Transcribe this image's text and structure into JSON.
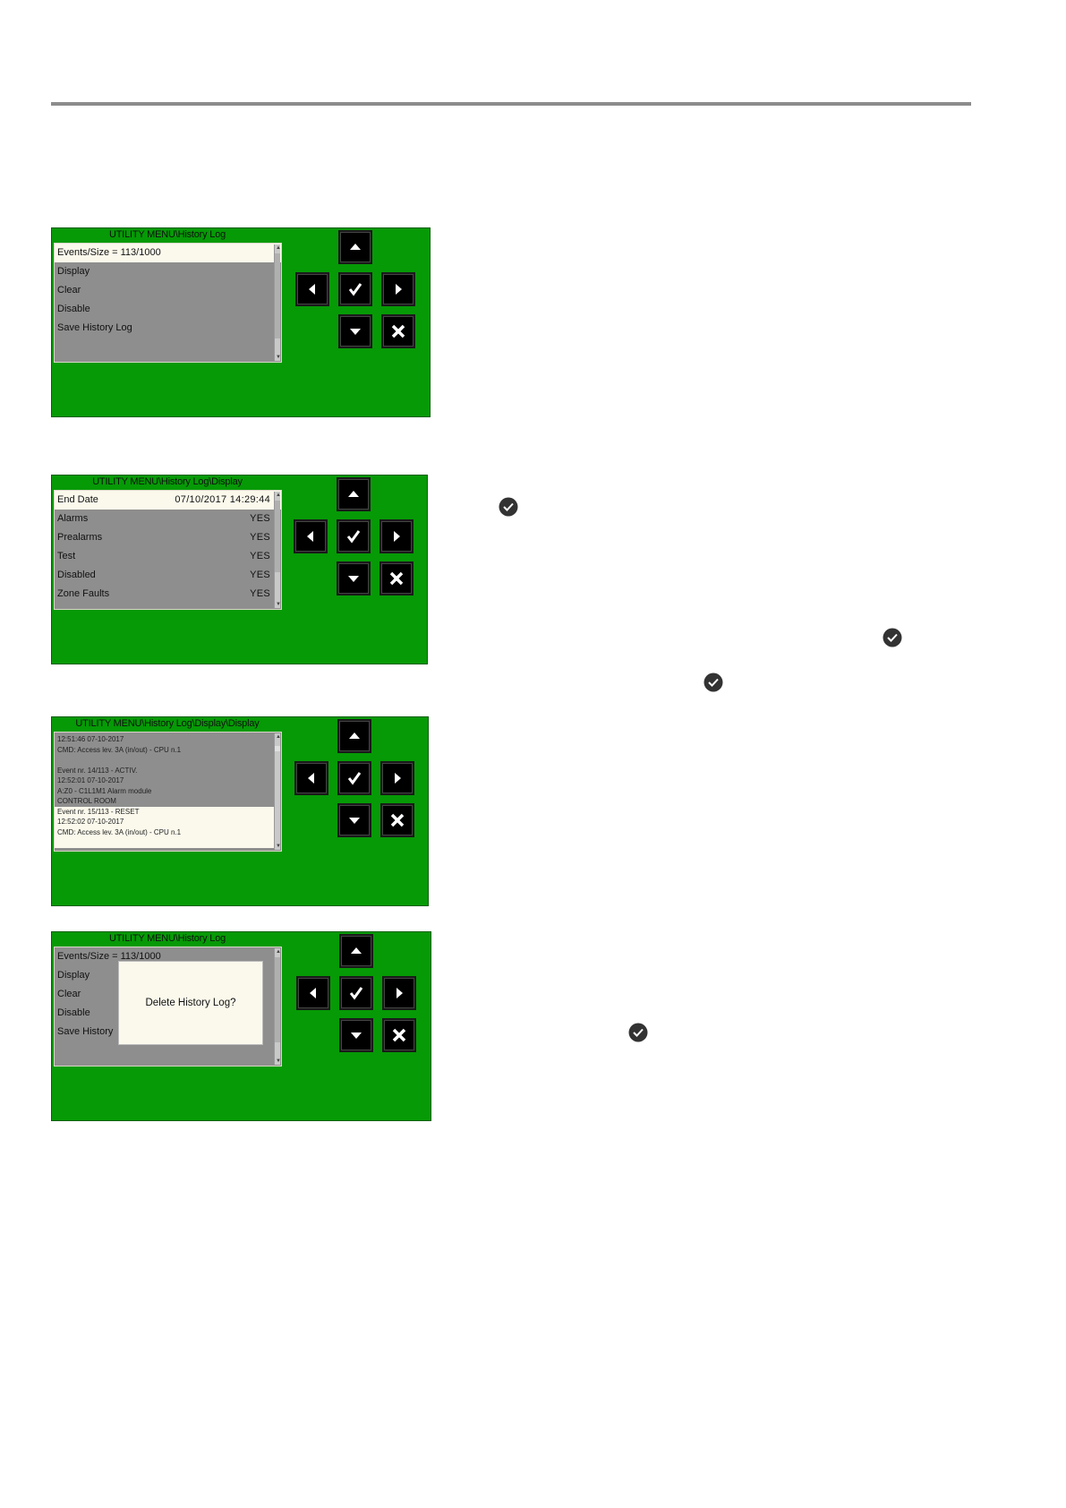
{
  "panels": [
    {
      "title": "UTILITY MENU\\History Log",
      "items": [
        {
          "label": "Events/Size = 113/1000",
          "value": "",
          "selected": true
        },
        {
          "label": "Display",
          "value": ""
        },
        {
          "label": "Clear",
          "value": ""
        },
        {
          "label": "Disable",
          "value": ""
        },
        {
          "label": "Save History Log",
          "value": ""
        }
      ]
    },
    {
      "title": "UTILITY MENU\\History Log\\Display",
      "items": [
        {
          "label": "End Date",
          "value": "07/10/2017 14:29:44",
          "selected": true
        },
        {
          "label": "Alarms",
          "value": "YES"
        },
        {
          "label": "Prealarms",
          "value": "YES"
        },
        {
          "label": "Test",
          "value": "YES"
        },
        {
          "label": "Disabled",
          "value": "YES"
        },
        {
          "label": "Zone Faults",
          "value": "YES"
        }
      ]
    },
    {
      "title": "UTILITY MENU\\History Log\\Display\\Display",
      "log_lines": [
        "12:51:46 07-10-2017",
        "CMD: Access lev. 3A (in/out) - CPU n.1",
        "",
        "Event nr. 14/113 - ACTIV.",
        "12:52:01 07-10-2017",
        "A:Z0 - C1L1M1 Alarm module",
        "CONTROL ROOM",
        "Event nr. 15/113 - RESET",
        "12:52:02 07-10-2017",
        "CMD: Access lev. 3A (in/out) - CPU n.1"
      ]
    },
    {
      "title": "UTILITY MENU\\History Log",
      "items": [
        {
          "label": "Events/Size = 113/1000",
          "value": ""
        },
        {
          "label": "Display",
          "value": ""
        },
        {
          "label": "Clear",
          "value": ""
        },
        {
          "label": "Disable",
          "value": ""
        },
        {
          "label": "Save History",
          "value": ""
        }
      ],
      "dialog_text": "Delete History Log?"
    }
  ],
  "keypad_icons": [
    "arrow-up-icon",
    "arrow-left-icon",
    "confirm-check-icon",
    "arrow-right-icon",
    "arrow-down-icon",
    "cancel-x-icon"
  ],
  "colors": {
    "panel_green": "#069a06",
    "list_gray": "#8e8e8e",
    "highlight": "#fbf9ec",
    "key_black": "#000000",
    "rule_gray": "#8c8c8c"
  }
}
